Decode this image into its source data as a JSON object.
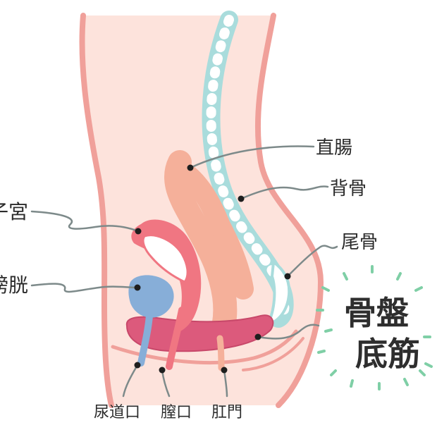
{
  "labels": {
    "rectum": "直腸",
    "spine": "背骨",
    "uterus": "子宮",
    "bladder": "膀胱",
    "coccyx": "尾骨",
    "urethral_opening": "尿道口",
    "vaginal_opening": "膣口",
    "anus": "肛門"
  },
  "title": {
    "line1": "骨盤",
    "line2": "底筋"
  },
  "colors": {
    "outline": "#f0a09a",
    "skin": "#fde3dc",
    "spine": "#a9dcdc",
    "rectum": "#f5b09a",
    "uterus": "#f07682",
    "bladder": "#87aed8",
    "pelvic_floor": "#dc5a7c",
    "leader": "#7d8a8a",
    "accent": "#7fcfa6"
  }
}
